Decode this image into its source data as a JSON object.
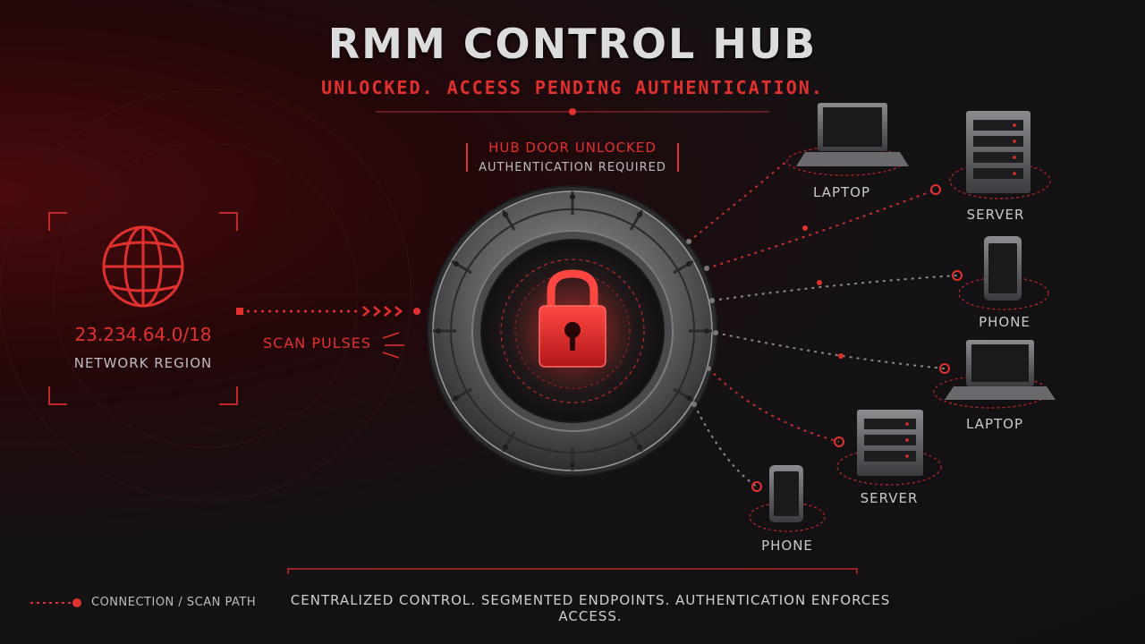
{
  "title": "RMM CONTROL HUB",
  "subtitle": "UNLOCKED. ACCESS PENDING AUTHENTICATION.",
  "hub": {
    "status": "HUB DOOR UNLOCKED",
    "note": "AUTHENTICATION REQUIRED",
    "icon": "padlock-open-icon"
  },
  "network": {
    "cidr": "23.234.64.0/18",
    "label": "NETWORK REGION",
    "icon": "globe-icon"
  },
  "scan": {
    "label": "SCAN PULSES"
  },
  "devices": [
    {
      "label": "LAPTOP",
      "icon": "laptop-icon"
    },
    {
      "label": "SERVER",
      "icon": "server-icon"
    },
    {
      "label": "PHONE",
      "icon": "phone-icon"
    },
    {
      "label": "LAPTOP",
      "icon": "laptop-icon"
    },
    {
      "label": "SERVER",
      "icon": "server-icon"
    },
    {
      "label": "PHONE",
      "icon": "phone-icon"
    }
  ],
  "legend": {
    "label": "CONNECTION / SCAN PATH"
  },
  "footer": "CENTRALIZED CONTROL.  SEGMENTED ENDPOINTS.  AUTHENTICATION ENFORCES ACCESS.",
  "colors": {
    "accent": "#e0312f",
    "background": "#121113",
    "metal": "#6f6f72"
  }
}
